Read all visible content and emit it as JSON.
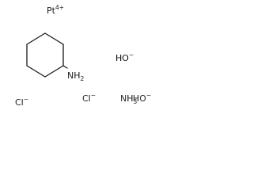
{
  "molecule": {
    "platinum": {
      "symbol": "Pt",
      "charge": "4+"
    },
    "amine_group": {
      "symbol": "NH",
      "count": "2"
    },
    "ammonia": {
      "symbol": "NH",
      "count": "3"
    },
    "hydroxide_upper": {
      "symbol": "HO",
      "charge": "−"
    },
    "hydroxide_lower": {
      "symbol": "HO",
      "charge": "−"
    },
    "chloride_left": {
      "symbol": "Cl",
      "charge": "−"
    },
    "chloride_middle": {
      "symbol": "Cl",
      "charge": "−"
    }
  }
}
